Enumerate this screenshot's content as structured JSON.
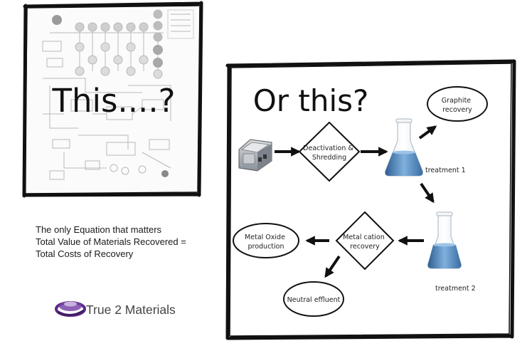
{
  "left_panel": {
    "caption": "This....?"
  },
  "right_panel": {
    "caption": "Or this?",
    "nodes": {
      "deactivation": "Deactivation & Shredding",
      "graphite": "Graphite recovery",
      "treatment1": "treatment 1",
      "treatment2": "treatment 2",
      "metal_cation": "Metal cation recovery",
      "metal_oxide": "Metal Oxide production",
      "neutral": "Neutral effluent"
    }
  },
  "equation": {
    "line1": "The only Equation that matters",
    "line2": "Total Value of Materials Recovered =",
    "line3": "Total Costs of Recovery"
  },
  "brand": {
    "name": "True 2 Materials",
    "color": "#5b2a86"
  },
  "colors": {
    "frame": "#111111",
    "liquid": "#5a8fc4",
    "liquid_dark": "#2f5f92"
  }
}
